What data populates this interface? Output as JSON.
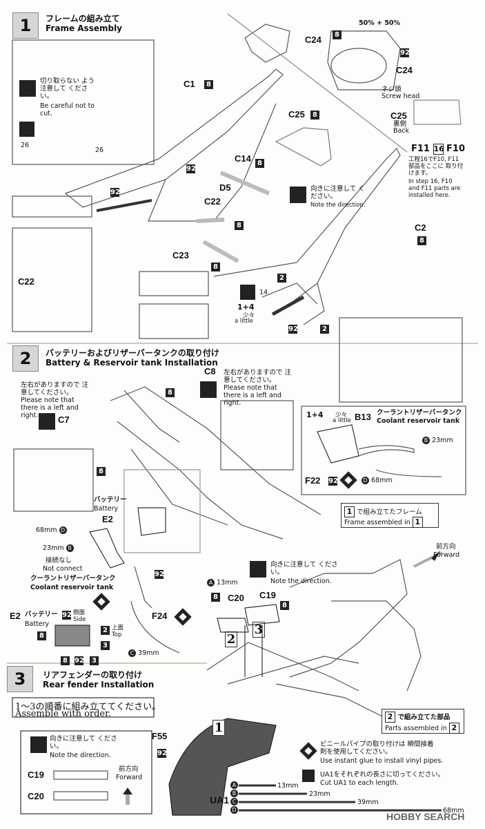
{
  "step1": {
    "number": "1",
    "title_jp": "フレームの組み立て",
    "title_en": "Frame Assembly",
    "caution_jp": "切り取らない よう注意して ください。",
    "caution_en": "Be careful not to cut.",
    "direction_jp": "向きに注意して ください。",
    "direction_en": "Note the direction.",
    "part_c1": "C1",
    "part_c2": "C2",
    "part_c14": "C14",
    "part_c22": "C22",
    "part_c22_detail": "C22",
    "part_c23": "C23",
    "part_c24": "C24",
    "part_c24_detail": "C24",
    "part_c25": "C25",
    "part_c25_detail": "C25",
    "part_d5": "D5",
    "part_c25_back_jp": "裏側",
    "part_c25_back_en": "Back",
    "paint_mix": "50% + 50%",
    "screw_head_jp": "ネジ頭",
    "screw_head_en": "Screw head",
    "f_label_jp": "工程16でF10, F11部品をここに 取り付けます。",
    "f_label_en": "In step 16, F10 and F11 parts are installed here.",
    "f11": "F11",
    "f16": "16",
    "f10": "F10",
    "small_14": "14",
    "small_26a": "26",
    "small_26b": "26",
    "one_plus_four": "1+4",
    "a_little_jp": "少々",
    "a_little_en": "a little"
  },
  "step2": {
    "number": "2",
    "title_jp": "バッテリーおよびリザーバータンクの取り付け",
    "title_en": "Battery & Reservoir tank Installation",
    "note_lr_jp": "左右がありますので 注意してください。",
    "note_lr_en": "Please note that there is a left and right.",
    "note_lr2_jp": "左右がありますので 注意してください。",
    "note_lr2_en": "Please note that there is a left and right.",
    "part_c7": "C7",
    "part_c8": "C8",
    "battery_jp": "バッテリー",
    "battery_en": "Battery",
    "part_e2": "E2",
    "mm68": "68mm",
    "mm23": "23mm",
    "mm13": "13mm",
    "mm39": "39mm",
    "not_connect_jp": "接続なし",
    "not_connect_en": "Not connect",
    "coolant_jp": "クーラントリザーバータンク",
    "coolant_en": "Coolant reservoir tank",
    "coolant_detail_jp": "クーラントリザーバータンク",
    "coolant_detail_en": "Coolant reservoir tank",
    "part_b13": "B13",
    "part_f22": "F22",
    "part_f24": "F24",
    "frame_assembled_jp": "で組み立てたフレーム",
    "frame_assembled_en": "Frame assembled in",
    "frame_step": "1",
    "forward_jp": "前方向",
    "forward_en": "Forward",
    "e2_battery_jp": "バッテリー",
    "e2_battery_en": "Battery",
    "side_jp": "側面",
    "side_en": "Side",
    "top_jp": "上面",
    "top_en": "Top"
  },
  "step3": {
    "number": "3",
    "title_jp": "リアフェンダーの取り付け",
    "title_en": "Rear fender Installation",
    "order_jp": "1〜3の順番に組み立ててください。",
    "order_en": "Assemble with order.",
    "direction_jp": "向きに注意して ください。",
    "direction_en": "Note the direction.",
    "part_c19": "C19",
    "part_c20": "C20",
    "part_c19_detail": "C19",
    "part_c20_detail": "C20",
    "part_f55": "F55",
    "forward_jp": "前方向",
    "forward_en": "Forward",
    "parts_assembled_jp": "で組み立てた部品",
    "parts_assembled_en": "Parts assembled in",
    "parts_step": "2",
    "vinyl_jp": "ビニールパイプの取り付けは 瞬間接着剤を使用してください。",
    "vinyl_en": "Use instant glue to install vinyl pipes.",
    "cut_jp": "UA1をそれぞれの長さに切ってください。",
    "cut_en": "Cut UA1 to each length.",
    "ua1": "UA1",
    "len_a": "13mm",
    "len_b": "23mm",
    "len_c": "39mm",
    "len_d": "68mm",
    "order_1": "1",
    "order_2": "2",
    "order_3": "3"
  },
  "watermark": "HOBBY SEARCH",
  "colors": {
    "ink": "#111111",
    "step_bg": "#d6d6d6",
    "paint_chip": "#222222"
  }
}
